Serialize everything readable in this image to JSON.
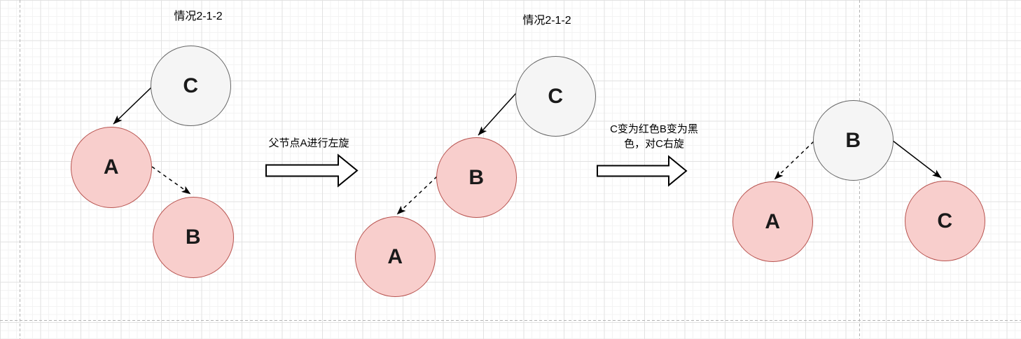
{
  "diagram_title": "情况2-1-2",
  "panels": [
    {
      "id": "tree-1",
      "title": "情况2-1-2",
      "nodes": [
        {
          "label": "C",
          "color": "black"
        },
        {
          "label": "A",
          "color": "red"
        },
        {
          "label": "B",
          "color": "red"
        }
      ],
      "edges": [
        {
          "from": "C",
          "to": "A",
          "style": "solid"
        },
        {
          "from": "A",
          "to": "B",
          "style": "dashed"
        }
      ]
    },
    {
      "id": "tree-2",
      "title": "情况2-1-2",
      "nodes": [
        {
          "label": "C",
          "color": "black"
        },
        {
          "label": "B",
          "color": "red"
        },
        {
          "label": "A",
          "color": "red"
        }
      ],
      "edges": [
        {
          "from": "C",
          "to": "B",
          "style": "solid"
        },
        {
          "from": "B",
          "to": "A",
          "style": "dashed"
        }
      ]
    },
    {
      "id": "tree-3",
      "title": "",
      "nodes": [
        {
          "label": "B",
          "color": "black"
        },
        {
          "label": "A",
          "color": "red"
        },
        {
          "label": "C",
          "color": "red"
        }
      ],
      "edges": [
        {
          "from": "B",
          "to": "A",
          "style": "dashed"
        },
        {
          "from": "B",
          "to": "C",
          "style": "solid"
        }
      ]
    }
  ],
  "transitions": [
    {
      "caption": "父节点A进行左旋",
      "caption_lines": [
        "父节点A进行左旋"
      ]
    },
    {
      "caption": "C变为红色B变为黑色，对C右旋",
      "caption_lines": [
        "C变为红色B变为黑",
        "色，对C右旋"
      ]
    }
  ],
  "colors": {
    "red_node_fill": "#f8cecc",
    "red_node_border": "#b85450",
    "black_node_fill": "#f5f5f5",
    "black_node_border": "#666666",
    "edge_color": "#000000",
    "block_arrow_fill": "#ffffff",
    "block_arrow_border": "#000000",
    "grid_minor": "#f3f3f3",
    "grid_major": "#e2e2e2",
    "page_boundary": "#b3b3b3"
  }
}
